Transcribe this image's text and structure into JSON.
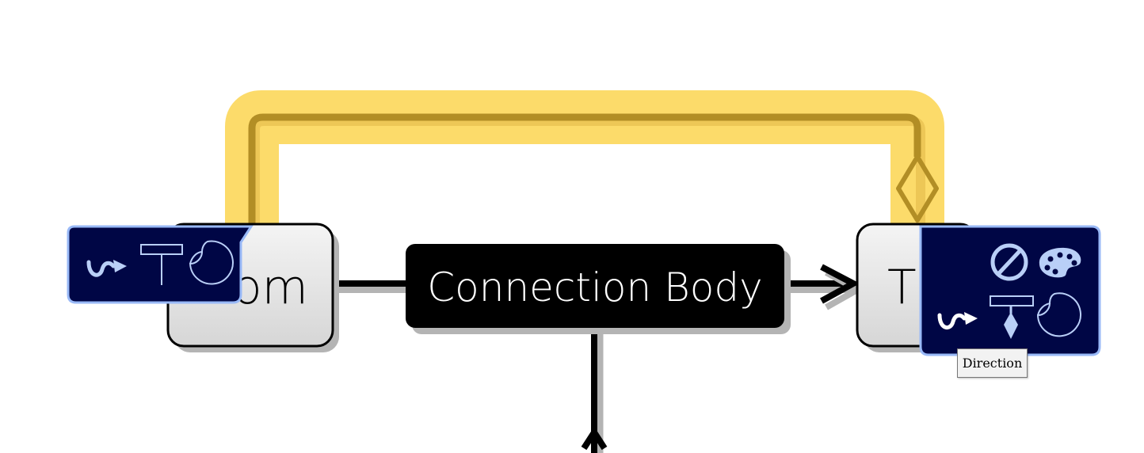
{
  "nodes": {
    "from": {
      "label": "From",
      "visible_text": "om"
    },
    "to": {
      "label": "T"
    }
  },
  "connection_body": {
    "label": "Connection Body"
  },
  "tooltip": {
    "text": "Direction"
  },
  "colors": {
    "selection_highlight": "#fcdb6a",
    "selected_connector": "#b28e25",
    "palette_background": "#000645",
    "palette_border": "#99b9f7",
    "palette_icon": "#b9cff7",
    "node_fill_top": "#f4f4f4",
    "node_fill_bottom": "#d6d6d6",
    "body_fill": "#000000",
    "shadow": "#b4b4b4"
  },
  "palettes": {
    "left": {
      "icons": [
        "connection-style-icon",
        "text-tool-icon",
        "shape-tool-icon"
      ]
    },
    "right": {
      "icons": [
        "clear-icon",
        "color-palette-icon",
        "connection-style-icon",
        "direction-arrowhead-icon",
        "shape-tool-icon"
      ]
    }
  }
}
